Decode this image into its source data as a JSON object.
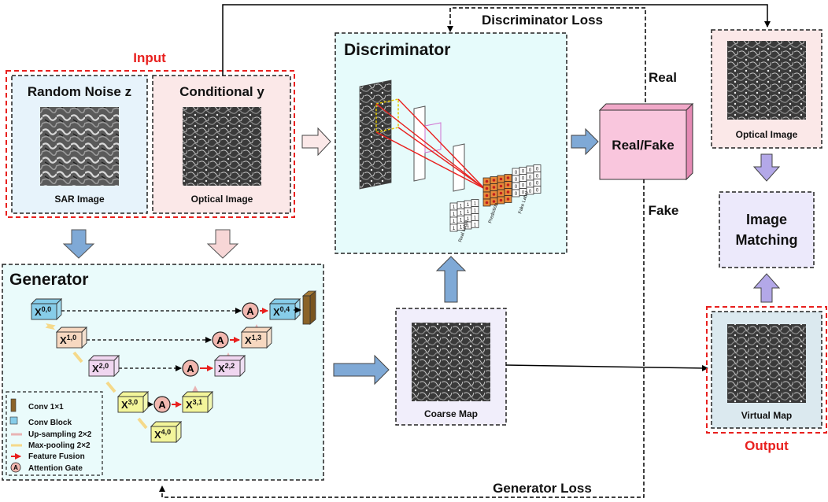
{
  "colors": {
    "input_border": "#e8201e",
    "noise_bg": "#e7f3fb",
    "cond_bg": "#fbe8e8",
    "gen_bg": "#eafbfb",
    "disc_bg": "#e6fbfb",
    "coarse_bg": "#f1eefb",
    "realfake_bg": "#f9c6dd",
    "optical_bg": "#fbe8e8",
    "virtual_bg": "#dbe9ef",
    "matching_bg": "#ece9fb",
    "blue_arrow": "#7fa9d6",
    "pink_arrow": "#f7d6d6",
    "purple_arrow": "#b3a8e8",
    "red_text": "#e8201e"
  },
  "labels": {
    "input": "Input",
    "output": "Output",
    "random_noise": "Random Noise z",
    "conditional": "Conditional y",
    "sar_image": "SAR Image",
    "optical_image_in": "Optical Image",
    "generator": "Generator",
    "discriminator": "Discriminator",
    "discriminator_loss": "Discriminator Loss",
    "generator_loss": "Generator Loss",
    "real": "Real",
    "fake": "Fake",
    "real_fake": "Real/Fake",
    "optical_image_out": "Optical Image",
    "image_matching_1": "Image",
    "image_matching_2": "Matching",
    "virtual_map": "Virtual Map",
    "coarse_map": "Coarse Map",
    "real_label": "Real Label",
    "prediction": "Prediction",
    "fake_label": "Fake Label"
  },
  "nodes": {
    "x00": {
      "base": "X",
      "sup": "0,0"
    },
    "x10": {
      "base": "X",
      "sup": "1,0"
    },
    "x20": {
      "base": "X",
      "sup": "2,0"
    },
    "x30": {
      "base": "X",
      "sup": "3,0"
    },
    "x40": {
      "base": "X",
      "sup": "4,0"
    },
    "x31": {
      "base": "X",
      "sup": "3,1"
    },
    "x22": {
      "base": "X",
      "sup": "2,2"
    },
    "x13": {
      "base": "X",
      "sup": "1,3"
    },
    "x04": {
      "base": "X",
      "sup": "0,4"
    },
    "attention": "A"
  },
  "legend": {
    "items": [
      "Conv 1×1",
      "Conv Block",
      "Up-sampling 2×2",
      "Max-pooling 2×2",
      "Feature Fusion",
      "Attention Gate"
    ],
    "attention_glyph": "A"
  },
  "grid_digits": {
    "real": "1",
    "fake": "0"
  }
}
